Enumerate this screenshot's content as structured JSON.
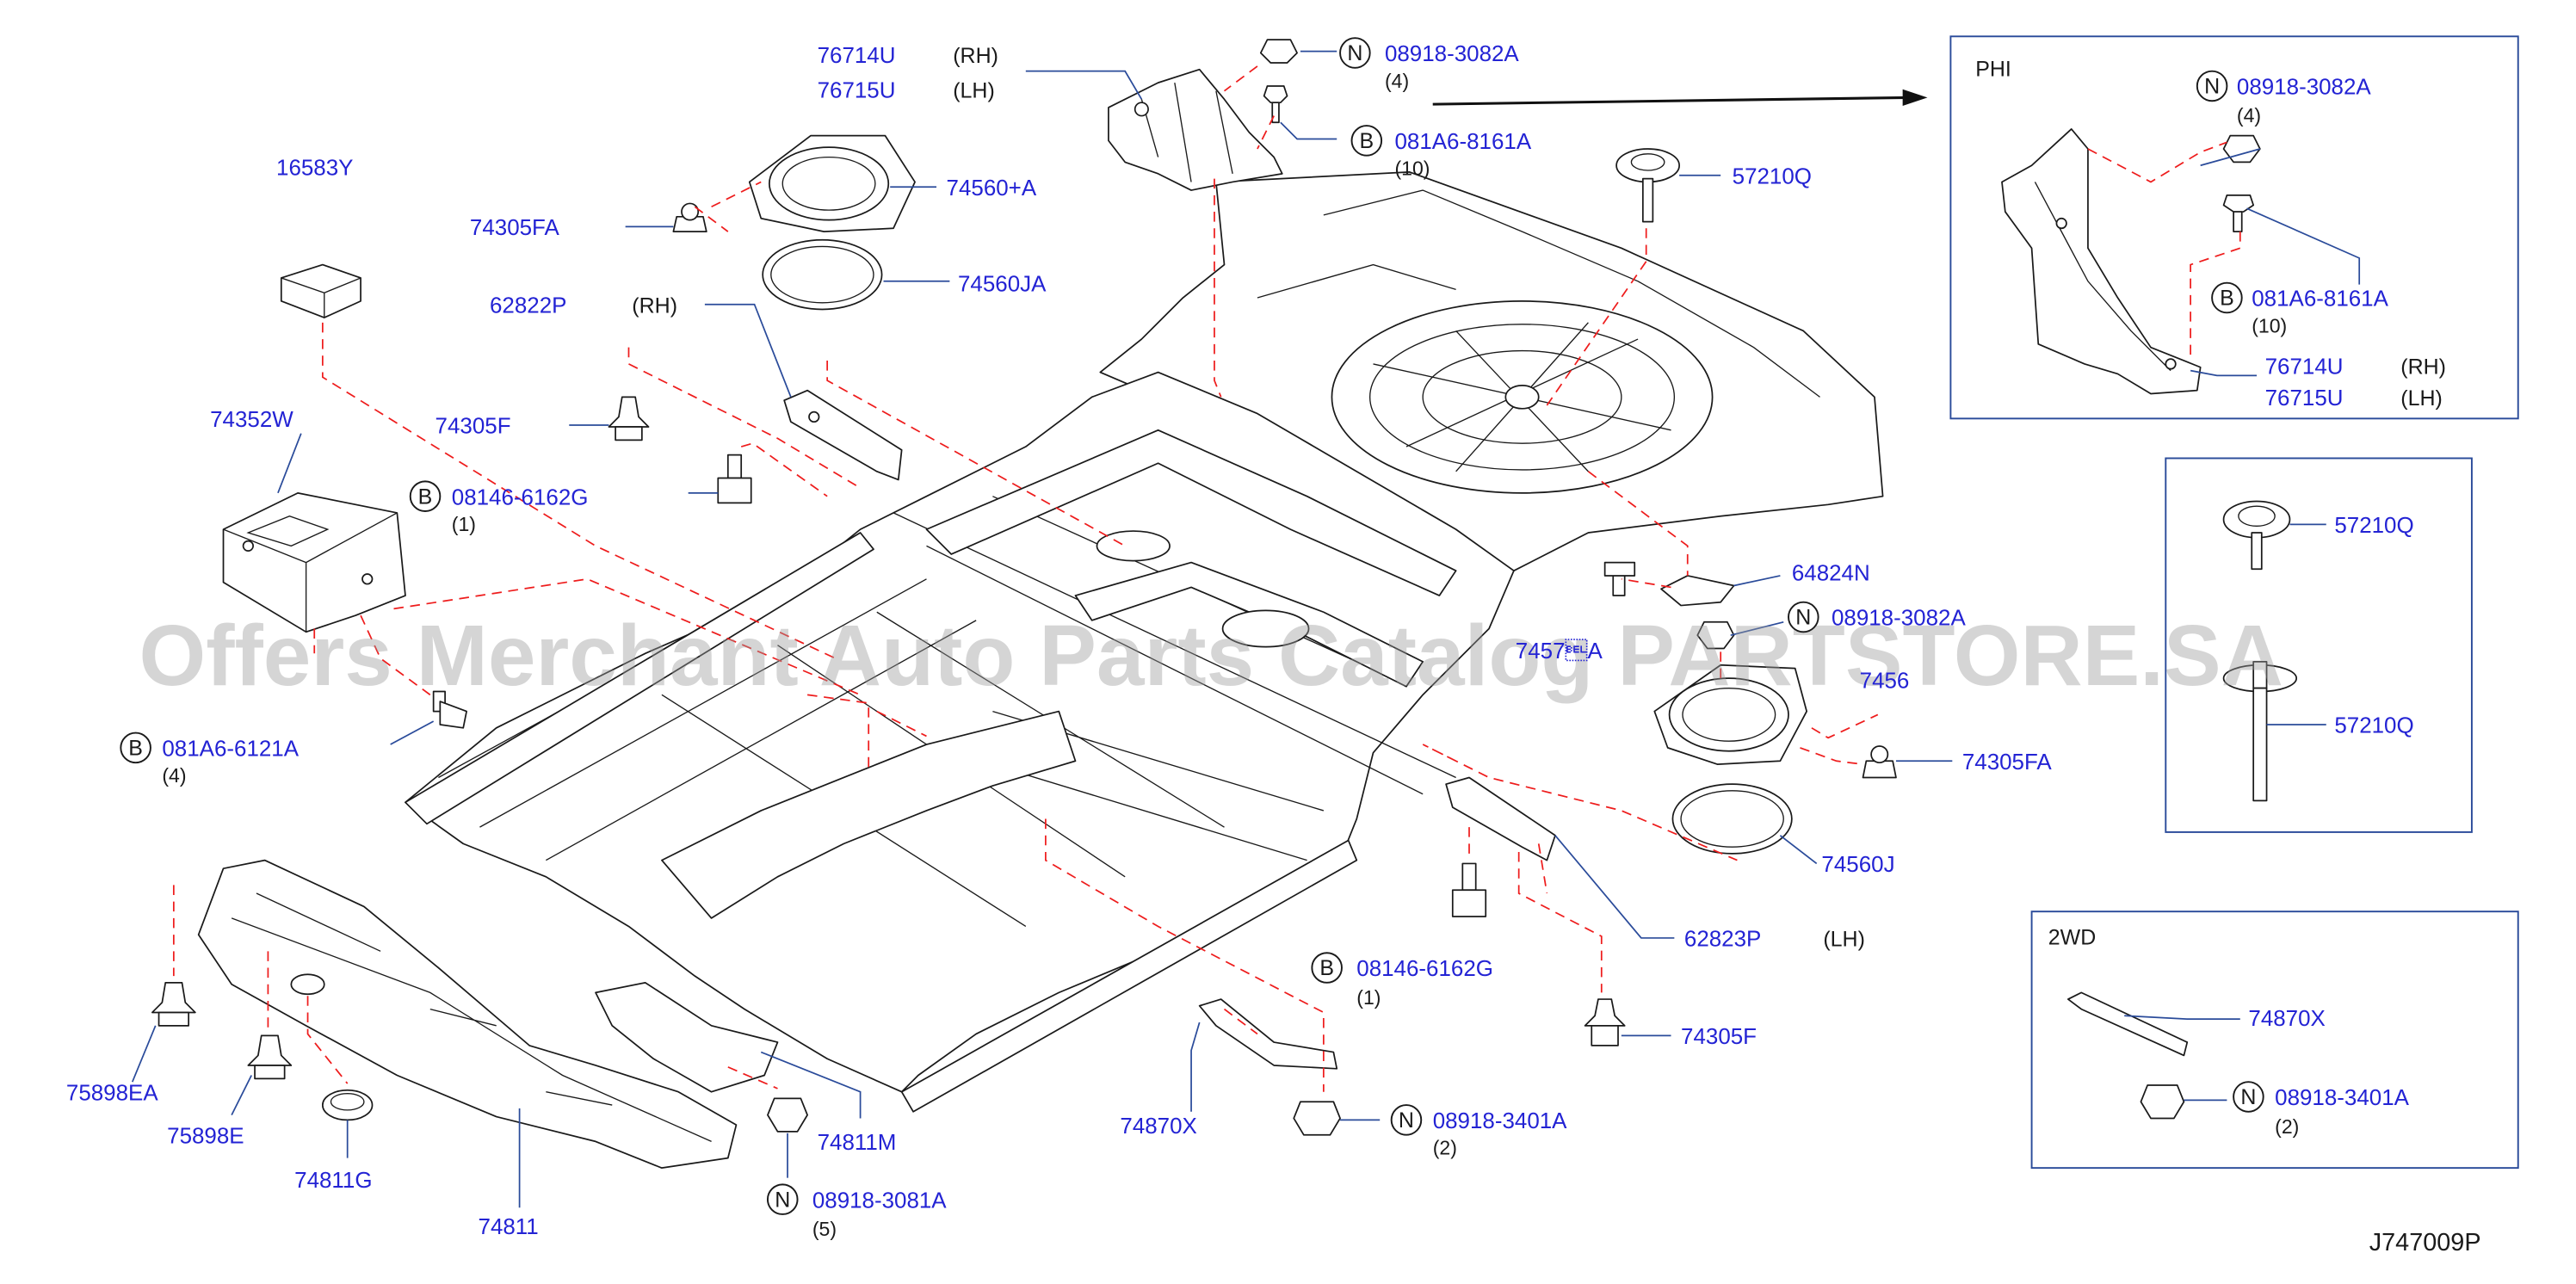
{
  "diagram_code": "J747009P",
  "watermark": "Offers Merchant Auto Parts Catalog PARTSTORE.SA",
  "callouts": {
    "p76714U": "76714U",
    "p76714U_side": "(RH)",
    "p76715U": "76715U",
    "p76715U_side": "(LH)",
    "p08918_3082A_top": "08918-3082A",
    "p08918_3082A_top_qty": "(4)",
    "p081A6_8161A_top": "081A6-8161A",
    "p081A6_8161A_top_qty": "(10)",
    "p16583Y": "16583Y",
    "p74560plusA": "74560+A",
    "p74305FA_left": "74305FA",
    "p74560JA": "74560JA",
    "p62822P": "62822P",
    "p62822P_side": "(RH)",
    "p74305F_left": "74305F",
    "p74352W": "74352W",
    "p08146_6162G_left": "08146-6162G",
    "p08146_6162G_left_qty": "(1)",
    "p081A6_6121A": "081A6-6121A",
    "p081A6_6121A_qty": "(4)",
    "p57210Q_main": "57210Q",
    "p64824N": "64824N",
    "p08918_3082A_mid": "08918-3082A",
    "p74570A_partial": "7457\u0007A",
    "p7456_partial": "7456",
    "p74305FA_right": "74305FA",
    "p74560J": "74560J",
    "p62823P": "62823P",
    "p62823P_side": "(LH)",
    "p08146_6162G_right": "08146-6162G",
    "p08146_6162G_right_qty": "(1)",
    "p74305F_right": "74305F",
    "p74870X": "74870X",
    "p08918_3401A": "08918-3401A",
    "p08918_3401A_qty": "(2)",
    "p75898EA": "75898EA",
    "p75898E": "75898E",
    "p74811G": "74811G",
    "p74811": "74811",
    "p74811M": "74811M",
    "p08918_3081A": "08918-3081A",
    "p08918_3081A_qty": "(5)"
  },
  "phi_inset": {
    "title": "PHI",
    "nut": "08918-3082A",
    "nut_qty": "(4)",
    "bolt": "081A6-8161A",
    "bolt_qty": "(10)",
    "bracket_rh": "76714U",
    "bracket_rh_side": "(RH)",
    "bracket_lh": "76715U",
    "bracket_lh_side": "(LH)"
  },
  "clip_inset": {
    "top": "57210Q",
    "bottom": "57210Q"
  },
  "twowd_inset": {
    "title": "2WD",
    "plate": "74870X",
    "nut": "08918-3401A",
    "nut_qty": "(2)"
  },
  "symbols": {
    "nut": "N",
    "bolt": "B"
  },
  "colors": {
    "part_number": "#2323d4",
    "leader": "#2a4b9a",
    "guide_dash": "#ee1c1c"
  }
}
